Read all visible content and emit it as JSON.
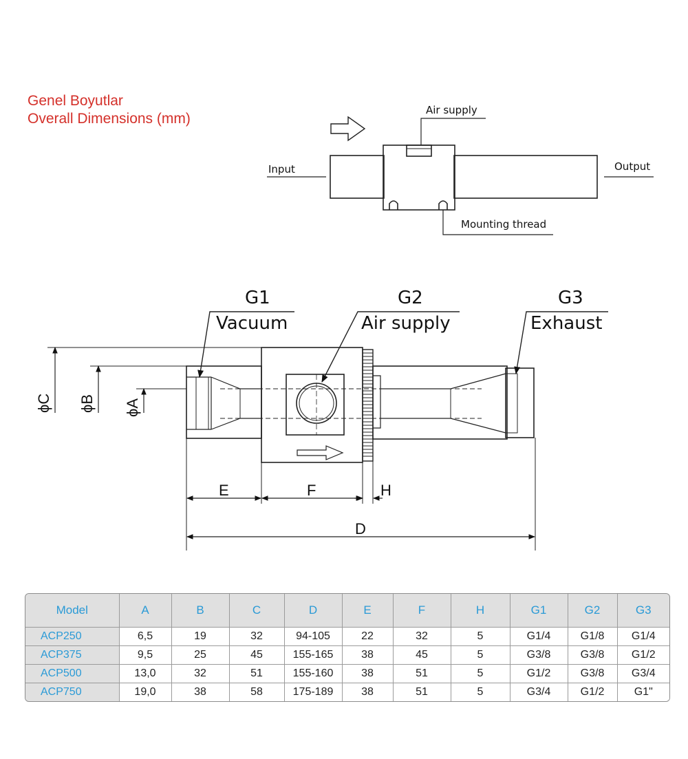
{
  "title": {
    "line1": "Genel Boyutlar",
    "line2": "Overall Dimensions (mm)"
  },
  "top_diagram": {
    "air_supply": "Air supply",
    "input": "Input",
    "output": "Output",
    "mounting_thread": "Mounting thread"
  },
  "main_diagram": {
    "g1_code": "G1",
    "g1_name": "Vacuum",
    "g2_code": "G2",
    "g2_name": "Air supply",
    "g3_code": "G3",
    "g3_name": "Exhaust",
    "dim_c": "ϕC",
    "dim_b": "ϕB",
    "dim_a": "ϕA",
    "dim_e": "E",
    "dim_f": "F",
    "dim_h": "H",
    "dim_d": "D"
  },
  "table": {
    "headers": [
      "Model",
      "A",
      "B",
      "C",
      "D",
      "E",
      "F",
      "H",
      "G1",
      "G2",
      "G3"
    ],
    "rows": [
      [
        "ACP250",
        "6,5",
        "19",
        "32",
        "94-105",
        "22",
        "32",
        "5",
        "G1/4",
        "G1/8",
        "G1/4"
      ],
      [
        "ACP375",
        "9,5",
        "25",
        "45",
        "155-165",
        "38",
        "45",
        "5",
        "G3/8",
        "G3/8",
        "G1/2"
      ],
      [
        "ACP500",
        "13,0",
        "32",
        "51",
        "155-160",
        "38",
        "51",
        "5",
        "G1/2",
        "G3/8",
        "G3/4"
      ],
      [
        "ACP750",
        "19,0",
        "38",
        "58",
        "175-189",
        "38",
        "51",
        "5",
        "G3/4",
        "G1/2",
        "G1\""
      ]
    ]
  },
  "colors": {
    "title_red": "#d4302a",
    "table_blue": "#2a9ad6"
  }
}
